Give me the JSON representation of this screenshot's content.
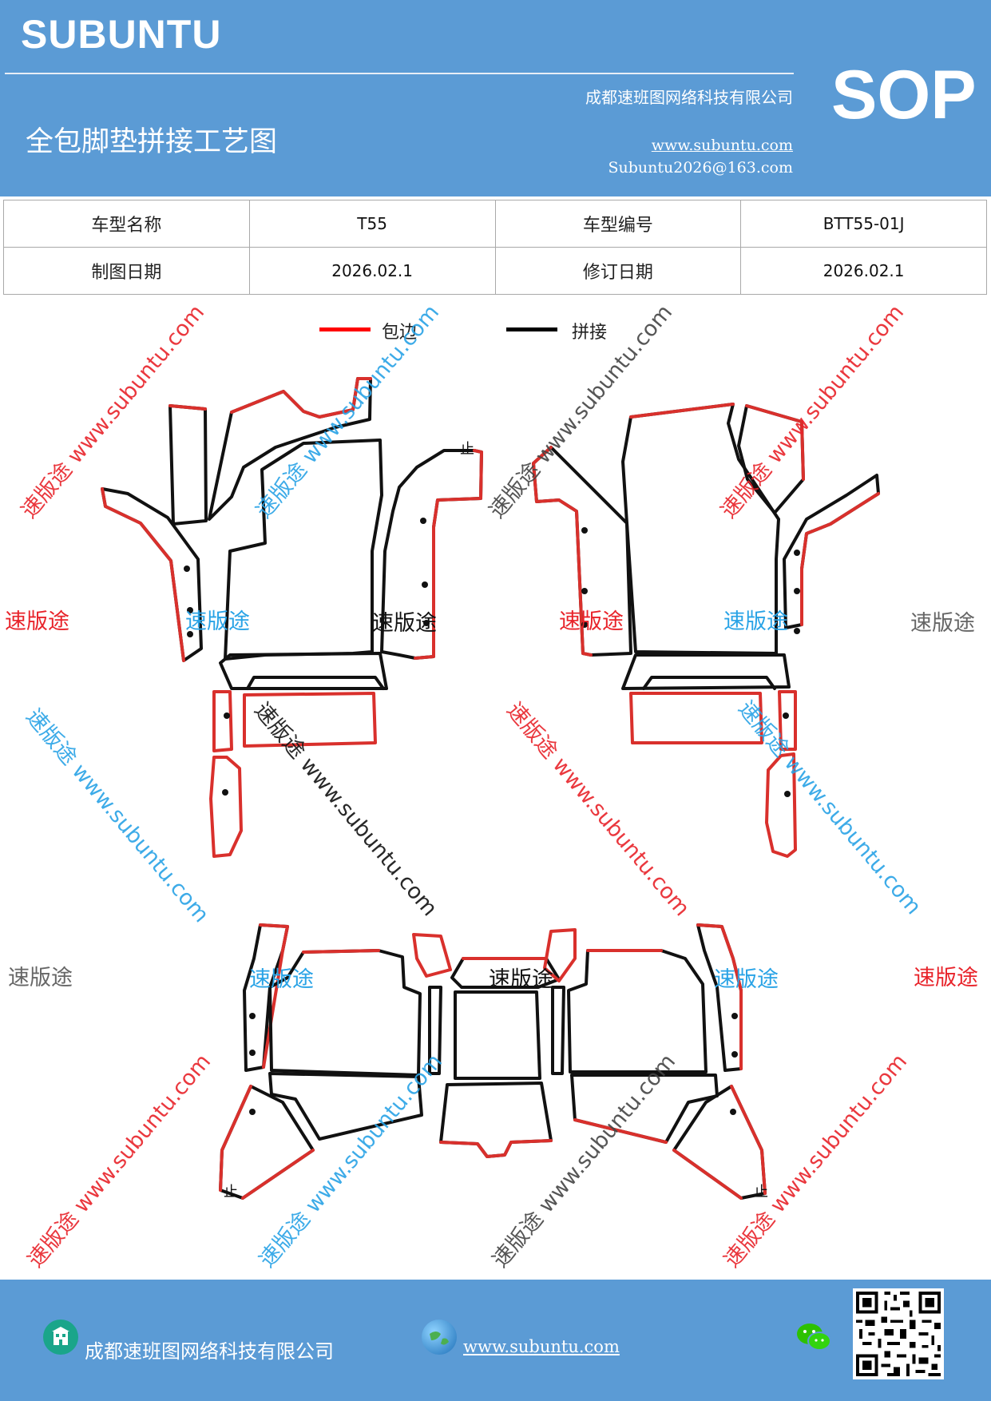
{
  "header": {
    "brand": "SUBUNTU",
    "company": "成都速班图网络科技有限公司",
    "title": "全包脚垫拼接工艺图",
    "sop": "SOP",
    "website": "www.subuntu.com",
    "email": "Subuntu2026@163.com"
  },
  "info_table": {
    "rows": [
      [
        "车型名称",
        "T55",
        "车型编号",
        "BTT55-01J"
      ],
      [
        "制图日期",
        "2026.02.1",
        "修订日期",
        "2026.02.1"
      ]
    ]
  },
  "legend": {
    "items": [
      {
        "label": "包边",
        "color": "#ff0000"
      },
      {
        "label": "拼接",
        "color": "#000000"
      }
    ]
  },
  "watermarks": {
    "brand": "速版途",
    "diagonal": "速版途 www.subuntu.com",
    "stop_mark": "止"
  },
  "colors": {
    "header_bg": "#5b9bd5",
    "edge": "#d9302c",
    "seam": "#111111",
    "watermark_blue": "#29a3e6",
    "watermark_red": "#e8232a",
    "watermark_gray": "#666666"
  },
  "footer": {
    "company": "成都速班图网络科技有限公司",
    "website": "www.subuntu.com",
    "icons": [
      "building-icon",
      "globe-icon",
      "wechat-icon",
      "qr-code"
    ]
  }
}
